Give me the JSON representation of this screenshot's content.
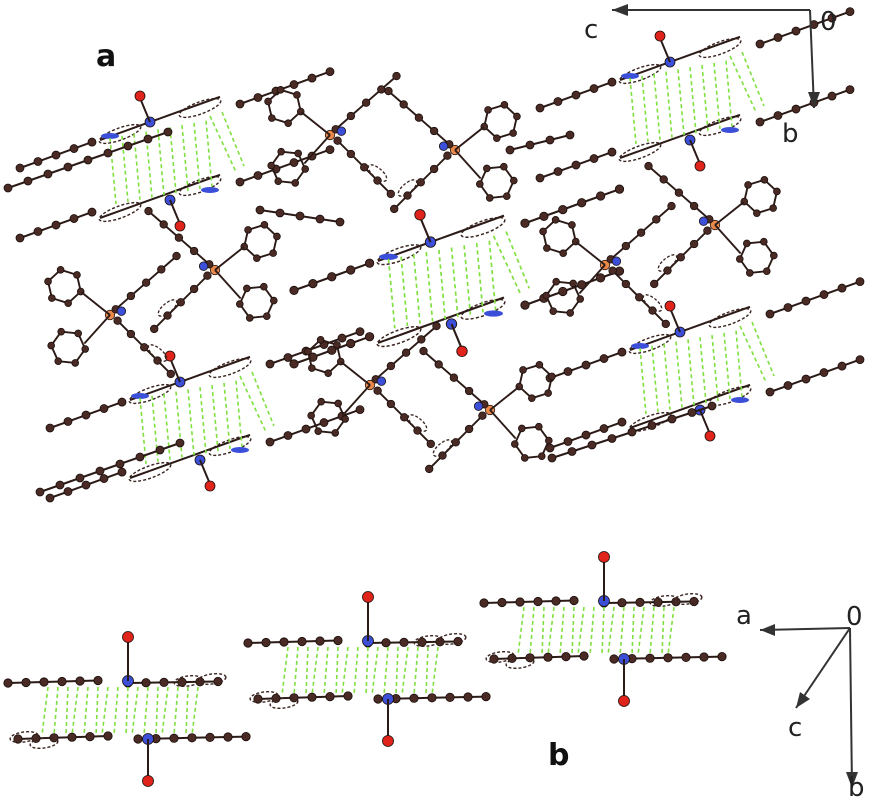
{
  "figure": {
    "panels": [
      {
        "id": "a",
        "label": "a"
      },
      {
        "id": "b",
        "label": "b"
      }
    ],
    "axes_a": {
      "origin": "0",
      "horizontal": "c",
      "vertical": "b"
    },
    "axes_b": {
      "origin": "0",
      "horizontal": "a",
      "diagonal": "c",
      "vertical": "b"
    }
  },
  "colors": {
    "carbon": "#4a2a24",
    "bond": "#2b1a16",
    "nitrogen": "#3b4fd8",
    "oxygen": "#e0241b",
    "phosphorus": "#e8884a",
    "contact": "#7fe040",
    "axis": "#333333"
  },
  "icons": [
    "crystal-packing-diagram",
    "axis-triad-icon"
  ]
}
